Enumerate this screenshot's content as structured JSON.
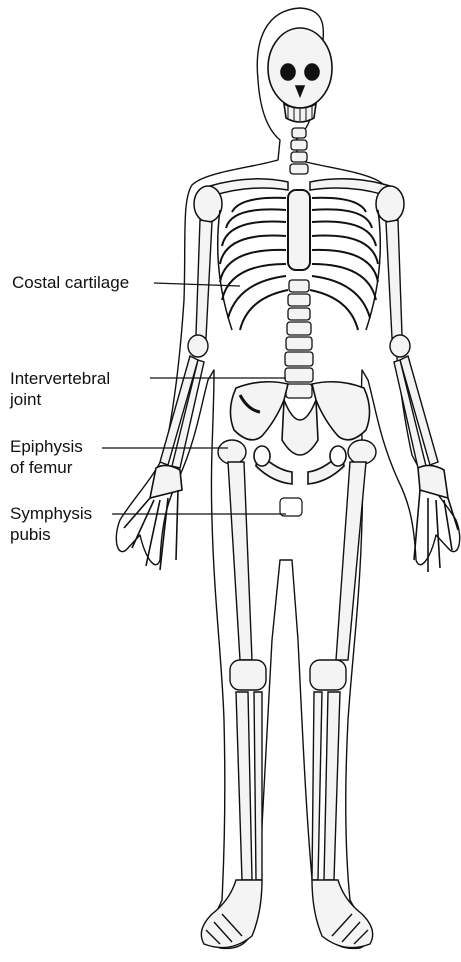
{
  "diagram": {
    "labels": [
      {
        "id": "costal",
        "lines": [
          "Costal cartilage"
        ]
      },
      {
        "id": "intervertebral",
        "lines": [
          "Intervertebral",
          "joint"
        ]
      },
      {
        "id": "epiphysis",
        "lines": [
          "Epiphysis",
          "of femur"
        ]
      },
      {
        "id": "symphysis",
        "lines": [
          "Symphysis",
          "pubis"
        ]
      }
    ],
    "colors": {
      "ink": "#111111",
      "paper": "#ffffff",
      "bone": "#f4f4f4"
    }
  }
}
